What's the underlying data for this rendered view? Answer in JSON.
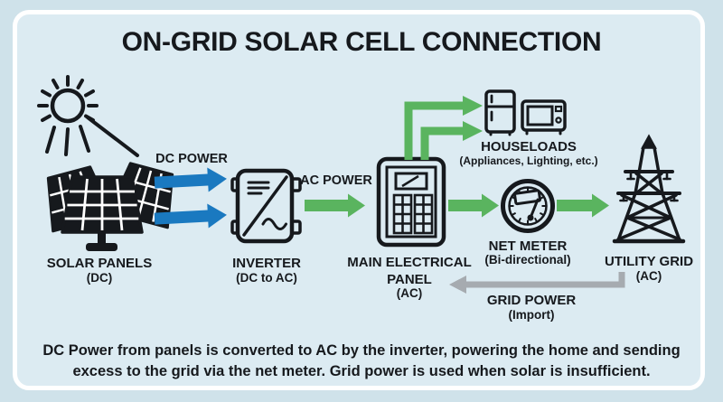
{
  "title": "ON-GRID SOLAR CELL CONNECTION",
  "colors": {
    "background": "#cfe2ea",
    "card": "#dcebf2",
    "ink": "#16191d",
    "dc_blue": "#1a79c0",
    "ac_green": "#5ab45f",
    "grid_gray": "#a6abb0"
  },
  "nodes": {
    "solar_panels": {
      "label": "SOLAR PANELS",
      "sublabel": "(DC)"
    },
    "inverter": {
      "label": "INVERTER",
      "sublabel": "(DC to AC)"
    },
    "main_panel": {
      "label": "MAIN ELECTRICAL PANEL",
      "sublabel": "(AC)"
    },
    "houseloads": {
      "label": "HOUSELOADS",
      "sublabel": "(Appliances, Lighting, etc.)"
    },
    "net_meter": {
      "label": "NET METER",
      "sublabel": "(Bi-directional)"
    },
    "utility_grid": {
      "label": "UTILITY GRID",
      "sublabel": "(AC)"
    }
  },
  "flows": {
    "dc_power": {
      "label": "DC POWER"
    },
    "ac_power": {
      "label": "AC POWER"
    },
    "grid_power": {
      "label": "GRID POWER",
      "sublabel": "(Import)"
    }
  },
  "caption": {
    "line1": "DC Power from panels is converted to AC by the inverter, powering the home and sending",
    "line2": "excess to the grid via the net meter. Grid power is used when solar is insufficient."
  }
}
